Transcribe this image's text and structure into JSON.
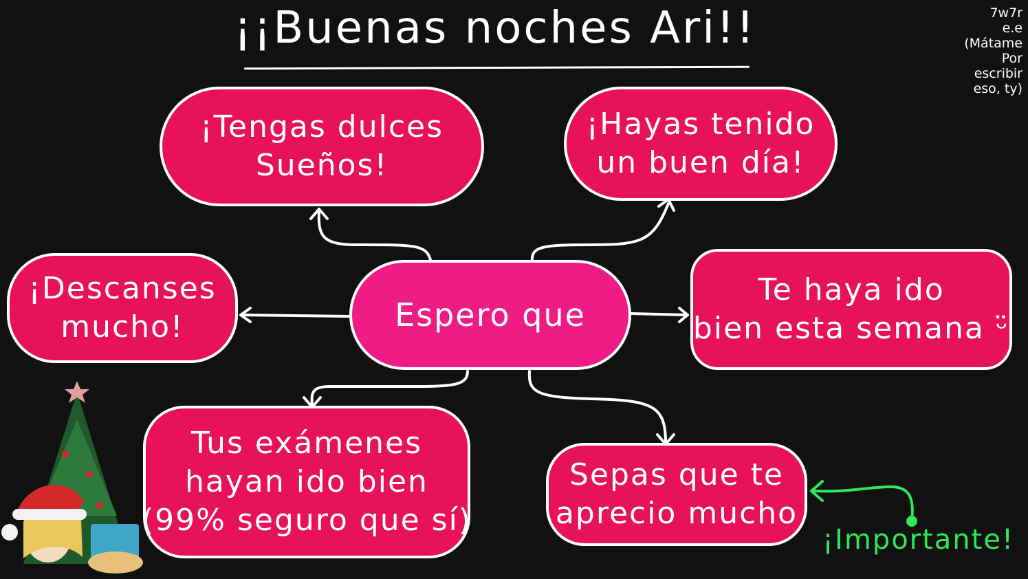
{
  "title": "¡¡Buenas noches Ari!!",
  "side_note": [
    "7w7r",
    "e.e",
    "(Mátame",
    "Por",
    "escribir",
    "eso, ty)"
  ],
  "center": "Espero que",
  "nodes": {
    "top_left": [
      "¡Tengas dulces",
      "Sueños!"
    ],
    "top_right": [
      "¡Hayas tenido",
      "un buen día!"
    ],
    "left": [
      "¡Descanses",
      "mucho!"
    ],
    "right": [
      "Te haya ido",
      "bien esta semana ᵕ̈"
    ],
    "bottom_left": [
      "Tus exámenes",
      "hayan ido bien",
      "(99% seguro que sí)"
    ],
    "bottom_right": [
      "Sepas que te",
      "aprecio mucho"
    ]
  },
  "annotation": "¡Importante!",
  "colors": {
    "background": "#111111",
    "node_fill": "#e8125b",
    "center_fill": "#ee1c84",
    "outline": "#ffffff",
    "annotation": "#2ee85a"
  }
}
